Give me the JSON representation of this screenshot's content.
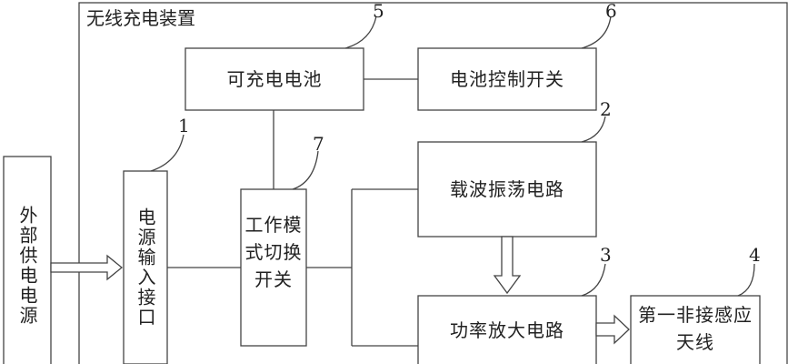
{
  "device": {
    "title": "无线充电装置"
  },
  "blocks": {
    "battery": {
      "label": "可充电电池",
      "ref": "5"
    },
    "battery_switch": {
      "label": "电池控制开关",
      "ref": "6"
    },
    "oscillator": {
      "label": "载波振荡电路",
      "ref": "2"
    },
    "power_amp": {
      "label": "功率放大电路",
      "ref": "3"
    },
    "antenna": {
      "label": "第一非接感应天线",
      "ref": "4"
    },
    "power_input": {
      "label": "电源输入接口",
      "ref": "1"
    },
    "mode_switch": {
      "label": "工作模式切换开关",
      "ref": "7"
    },
    "external_power": {
      "label": "外部供电电源"
    }
  }
}
